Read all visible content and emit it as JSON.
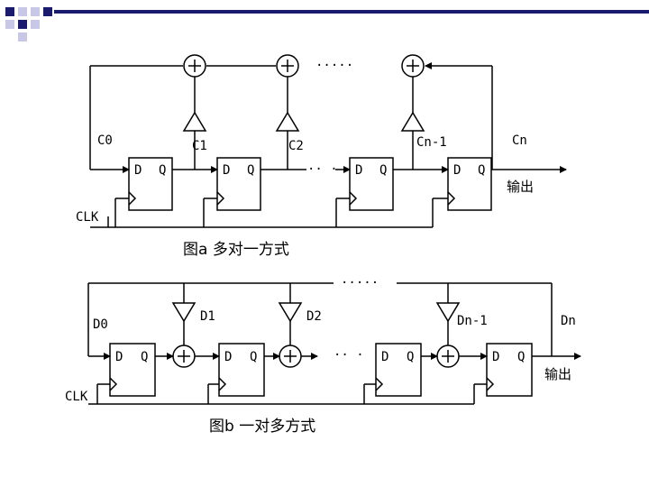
{
  "deco": {
    "color_dark": "#1a1a6e",
    "color_light": "#c8c8e6"
  },
  "figure_a": {
    "caption": "图a 多对一方式",
    "clk": "CLK",
    "c0": "C0",
    "c1": "C1",
    "c2": "C2",
    "cn1": "Cn-1",
    "cn": "Cn",
    "d": "D",
    "q": "Q",
    "output": "输出",
    "dots_top": "·····",
    "dots_mid": "·· ·"
  },
  "figure_b": {
    "caption": "图b 一对多方式",
    "clk": "CLK",
    "d0": "D0",
    "d1": "D1",
    "d2": "D2",
    "dn1": "Dn-1",
    "dn": "Dn",
    "d": "D",
    "q": "Q",
    "output": "输出",
    "dots_top": "·····",
    "dots_mid": "·· ·"
  }
}
